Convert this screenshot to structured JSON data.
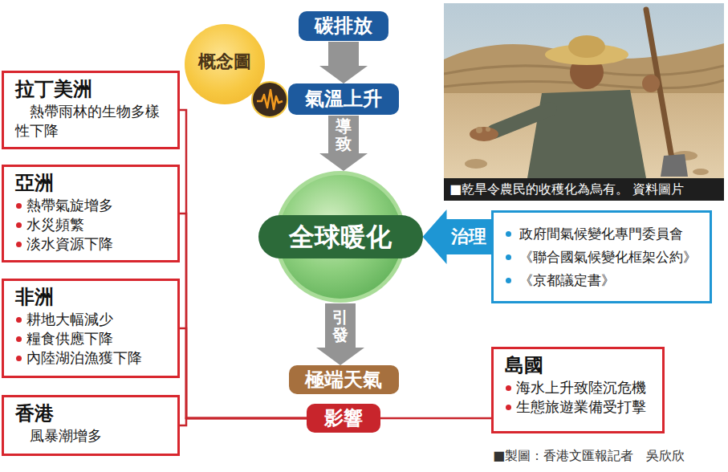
{
  "diagram": {
    "nodes": [
      {
        "text": [
          "概念圖"
        ]
      },
      {
        "text": [
          "碳排放"
        ]
      },
      {
        "text": [
          "氣溫上升"
        ]
      },
      {
        "text": [
          "全球暖化"
        ]
      },
      {
        "text": [
          "政府間氣候變化專門委員會",
          "《聯合國氣候變化框架公約》",
          "《京都議定書》"
        ]
      },
      {
        "text": [
          "極端天氣"
        ]
      },
      {
        "text": [
          "影響"
        ]
      },
      {
        "text": [
          "拉丁美洲",
          "熱帶雨林的生物多樣性下降"
        ]
      },
      {
        "text": [
          "亞洲",
          "熱帶氣旋增多",
          "水災頻繁",
          "淡水資源下降"
        ]
      },
      {
        "text": [
          "非洲",
          "耕地大幅減少",
          "糧食供應下降",
          "內陸湖泊漁獲下降"
        ]
      },
      {
        "text": [
          "香港",
          "風暴潮增多"
        ]
      },
      {
        "text": [
          "島國",
          "海水上升致陸沉危機",
          "生態旅遊業備受打擊"
        ]
      }
    ],
    "edges": [
      {
        "from": 1,
        "to": 2,
        "arrow": "to"
      },
      {
        "from": 2,
        "to": 3,
        "label": "導致",
        "arrow": "to"
      },
      {
        "from": 4,
        "to": 3,
        "label": "治理",
        "arrow": "to"
      },
      {
        "from": 3,
        "to": 5,
        "label": "引發",
        "arrow": "to"
      },
      {
        "from": 6,
        "to": 7,
        "arrow": "none"
      },
      {
        "from": 6,
        "to": 8,
        "arrow": "none"
      },
      {
        "from": 6,
        "to": 9,
        "arrow": "none"
      },
      {
        "from": 6,
        "to": 10,
        "arrow": "none"
      },
      {
        "from": 6,
        "to": 11,
        "arrow": "none"
      }
    ],
    "labels": [
      "■乾旱令農民的收穫化為烏有。 資料圖片",
      "■製圖：香港文匯報記者　吳欣欣"
    ]
  }
}
